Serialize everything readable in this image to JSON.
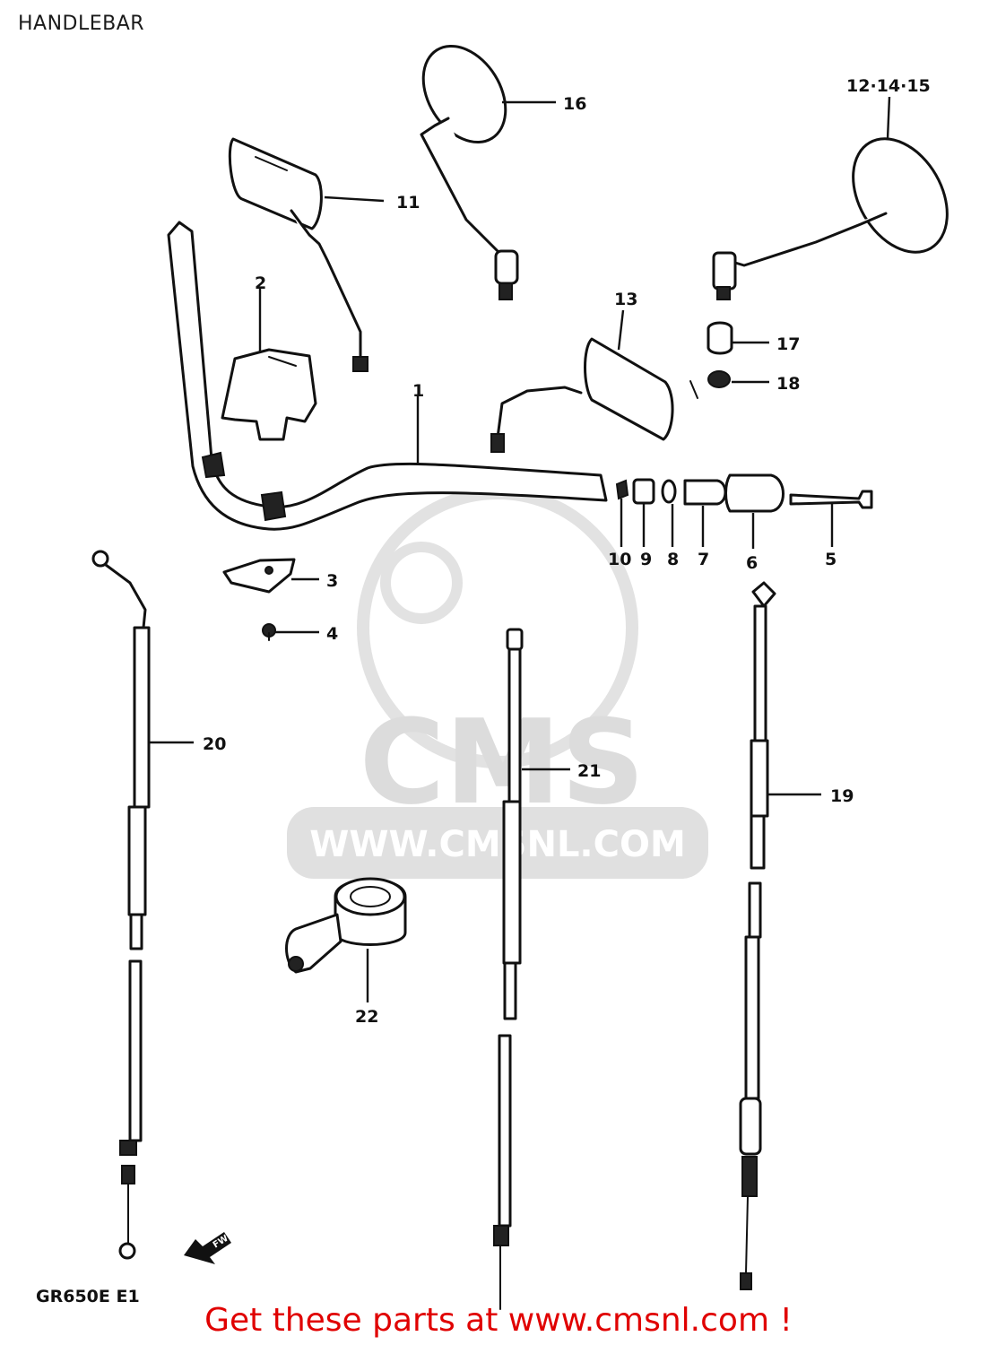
{
  "title": "HANDLEBAR",
  "model_code": "GR650E E1",
  "fwd_marker": "FWD",
  "watermark": {
    "brand": "CMS",
    "url": "WWW.CMSNL.COM"
  },
  "cta": {
    "prefix": "Get these parts at ",
    "link": "www.cmsnl.com",
    "suffix": " !"
  },
  "callouts": {
    "p1": "1",
    "p2": "2",
    "p3": "3",
    "p4": "4",
    "p5": "5",
    "p6": "6",
    "p7": "7",
    "p8": "8",
    "p9": "9",
    "p10": "10",
    "p11": "11",
    "p12_14_15": "12·14·15",
    "p13": "13",
    "p16": "16",
    "p17": "17",
    "p18": "18",
    "p19": "19",
    "p20": "20",
    "p21": "21",
    "p22": "22"
  },
  "colors": {
    "cta": "#e00000",
    "watermark": "#d9d9d9",
    "line": "#111111"
  }
}
